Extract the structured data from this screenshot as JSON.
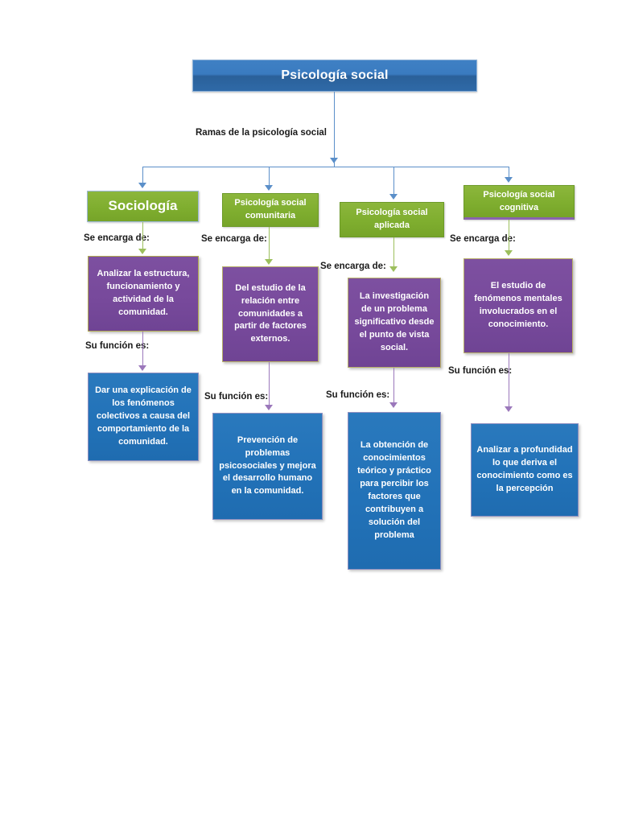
{
  "diagram": {
    "title": "Psicología social",
    "root_connector_label": "Ramas de la psicología social",
    "colors": {
      "title_blue": "#2a6099",
      "branch_green": "#7fae2f",
      "detail_purple": "#77499b",
      "function_blue": "#2272b8",
      "connector_blue": "#5b8fc9",
      "connector_green": "#9cbf5c",
      "connector_purple": "#9b78bb"
    },
    "labels": {
      "se_encarga_de": "Se encarga de:",
      "su_funcion_es": "Su función es:"
    },
    "branches": [
      {
        "name": "Sociología",
        "encarga_label": "Se encarga de:",
        "encarga_text": "Analizar la estructura, funcionamiento y actividad de la comunidad.",
        "funcion_label": "Su función es:",
        "funcion_text": "Dar una explicación de los fenómenos colectivos a causa del comportamiento de la comunidad."
      },
      {
        "name": "Psicología social comunitaria",
        "encarga_label": "Se encarga de:",
        "encarga_text": "Del estudio de la relación entre comunidades a partir de factores externos.",
        "funcion_label": "Su función es:",
        "funcion_text": "Prevención de problemas psicosociales y mejora el desarrollo humano en la comunidad."
      },
      {
        "name": "Psicología social aplicada",
        "encarga_label": "Se encarga de:",
        "encarga_text": "La investigación de un problema significativo desde el punto de vista social.",
        "funcion_label": "Su función es:",
        "funcion_text": "La obtención de conocimientos teórico y práctico para percibir los factores que contribuyen a solución del problema"
      },
      {
        "name": "Psicología social cognitiva",
        "encarga_label": "Se encarga de:",
        "encarga_text": "El estudio de fenómenos mentales involucrados en el conocimiento.",
        "funcion_label": "Su función es:",
        "funcion_text": "Analizar a profundidad lo que deriva el conocimiento como es la percepción"
      }
    ]
  }
}
